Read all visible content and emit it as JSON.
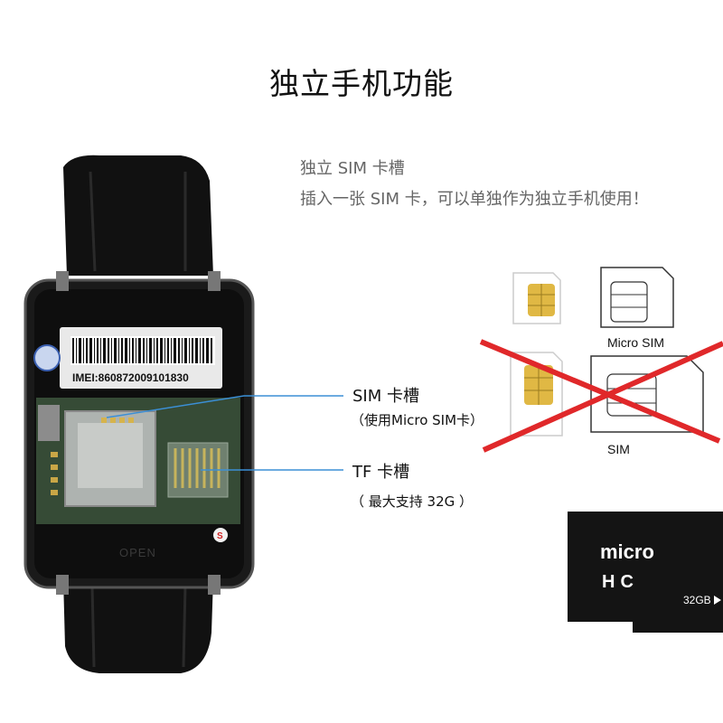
{
  "title": "独立手机功能",
  "intro": {
    "heading": "独立 SIM 卡槽",
    "body": "插入一张 SIM 卡，可以单独作为独立手机使用！"
  },
  "watch": {
    "imei_label": "IMEI:860872009101830",
    "open_label": "OPEN",
    "s_badge": "S"
  },
  "callouts": {
    "sim_slot": "SIM 卡槽",
    "sim_note": "（使用Micro SIM卡）",
    "tf_slot": "TF 卡槽",
    "tf_note": "（ 最大支持 32G ）"
  },
  "sim_cards": {
    "micro_label": "Micro SIM",
    "sim_label": "SIM"
  },
  "sd_card": {
    "logo_text": "micro",
    "brand_sub": "HC",
    "capacity": "32GB"
  },
  "colors": {
    "callout_line": "#3b8fd6",
    "cross": "#e0282a",
    "watch_body": "#141414",
    "pcb": "#3c5a3c"
  }
}
